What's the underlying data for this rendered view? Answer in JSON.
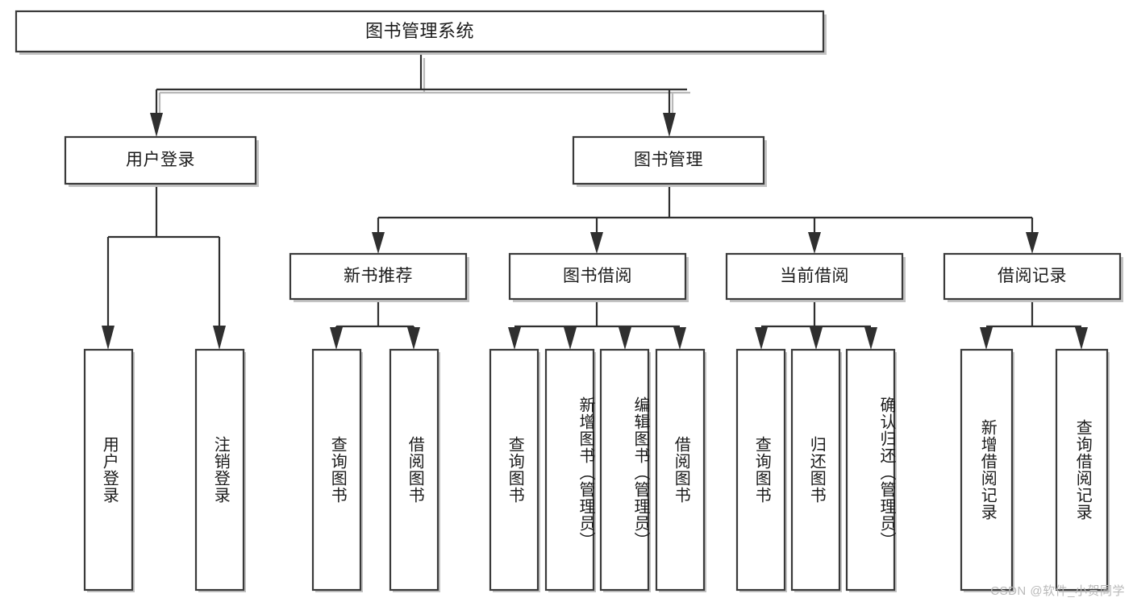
{
  "diagram": {
    "type": "tree-hierarchy",
    "title": "图书管理系统",
    "watermark": "CSDN @软件_小贺同学",
    "colors": {
      "box_stroke": "#3a3a3a",
      "box_fill": "#ffffff",
      "connector": "#2f2f2f",
      "shadow": "#b8b8b8",
      "text": "#1b1b1b",
      "watermark": "#b9b9b9",
      "background": "#ffffff"
    },
    "levels": [
      {
        "level": 1,
        "nodes": [
          {
            "id": "root",
            "label": "图书管理系统",
            "orientation": "horizontal"
          }
        ]
      },
      {
        "level": 2,
        "nodes": [
          {
            "id": "user-login",
            "label": "用户登录",
            "orientation": "horizontal",
            "parent": "root"
          },
          {
            "id": "book-manage",
            "label": "图书管理",
            "orientation": "horizontal",
            "parent": "root"
          }
        ]
      },
      {
        "level": 3,
        "nodes": [
          {
            "id": "new-book-rec",
            "label": "新书推荐",
            "orientation": "horizontal",
            "parent": "book-manage"
          },
          {
            "id": "book-borrow",
            "label": "图书借阅",
            "orientation": "horizontal",
            "parent": "book-manage"
          },
          {
            "id": "current-borrow",
            "label": "当前借阅",
            "orientation": "horizontal",
            "parent": "book-manage"
          },
          {
            "id": "borrow-record",
            "label": "借阅记录",
            "orientation": "horizontal",
            "parent": "book-manage"
          }
        ]
      },
      {
        "level": 4,
        "nodes": [
          {
            "id": "leaf-user-login",
            "label": "用户登录",
            "orientation": "vertical",
            "parent": "user-login"
          },
          {
            "id": "leaf-logout-login",
            "label": "注销登录",
            "orientation": "vertical",
            "parent": "user-login"
          },
          {
            "id": "leaf-query-book-1",
            "label": "查询图书",
            "orientation": "vertical",
            "parent": "new-book-rec"
          },
          {
            "id": "leaf-borrow-book-1",
            "label": "借阅图书",
            "orientation": "vertical",
            "parent": "new-book-rec"
          },
          {
            "id": "leaf-query-book-2",
            "label": "查询图书",
            "orientation": "vertical",
            "parent": "book-borrow"
          },
          {
            "id": "leaf-add-book",
            "label": "新增图书（管理员）",
            "orientation": "vertical",
            "parent": "book-borrow"
          },
          {
            "id": "leaf-edit-book",
            "label": "编辑图书（管理员）",
            "orientation": "vertical",
            "parent": "book-borrow"
          },
          {
            "id": "leaf-borrow-book-2",
            "label": "借阅图书",
            "orientation": "vertical",
            "parent": "book-borrow"
          },
          {
            "id": "leaf-query-book-3",
            "label": "查询图书",
            "orientation": "vertical",
            "parent": "current-borrow"
          },
          {
            "id": "leaf-return-book",
            "label": "归还图书",
            "orientation": "vertical",
            "parent": "current-borrow"
          },
          {
            "id": "leaf-confirm-return",
            "label": "确认归还（管理员）",
            "orientation": "vertical",
            "parent": "current-borrow"
          },
          {
            "id": "leaf-add-record",
            "label": "新增借阅记录",
            "orientation": "vertical",
            "parent": "borrow-record"
          },
          {
            "id": "leaf-query-record",
            "label": "查询借阅记录",
            "orientation": "vertical",
            "parent": "borrow-record"
          }
        ]
      }
    ]
  }
}
